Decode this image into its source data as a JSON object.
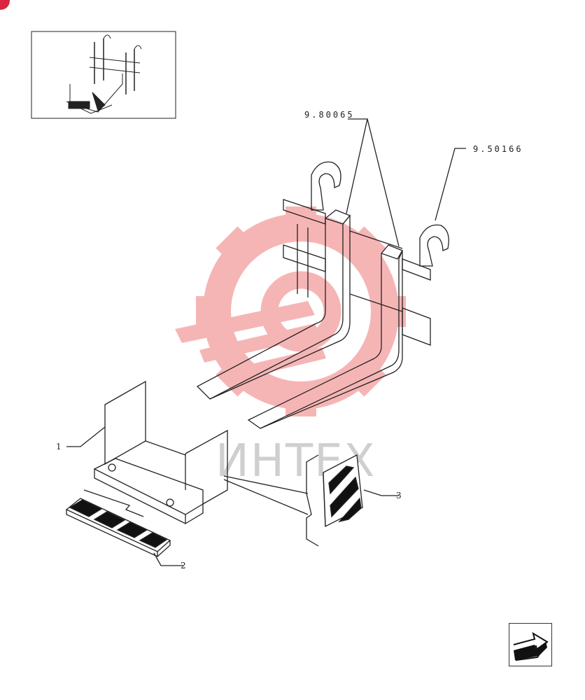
{
  "part_refs": {
    "carriage_ref": "9.80065",
    "hook_ref": "9.50166",
    "item_1": "1",
    "item_2": "2",
    "item_3": "3"
  },
  "watermark": {
    "text": "ИНТЕХ",
    "color": "#f07a7a"
  },
  "icons": {
    "nav": "return-arrow-icon",
    "badge": "corner-badge-icon"
  },
  "colors": {
    "line": "#222222",
    "badge": "#d7263d"
  }
}
